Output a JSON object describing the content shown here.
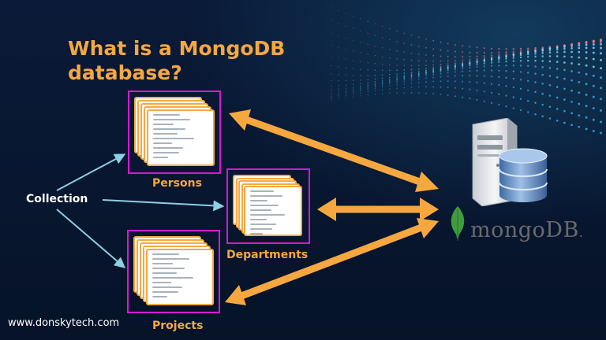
{
  "title": "What is a MongoDB database?",
  "collection_label": "Collection",
  "groups": [
    {
      "label": "Persons"
    },
    {
      "label": "Departments"
    },
    {
      "label": "Projects"
    }
  ],
  "logo": {
    "text_prefix": "mongo",
    "text_suffix": "DB",
    "dot": "."
  },
  "website": "www.donskytech.com",
  "colors": {
    "background": "#071631",
    "accent_orange": "#f6a83f",
    "frame_magenta": "#d21bd2",
    "arrow_blue": "#8ecfe3",
    "mongo_green": "#3f9d3e",
    "db_blue": "#4f7cb4"
  },
  "icons": {
    "server": "server-icon",
    "database": "database-cylinder-icon",
    "leaf": "mongodb-leaf-icon"
  }
}
